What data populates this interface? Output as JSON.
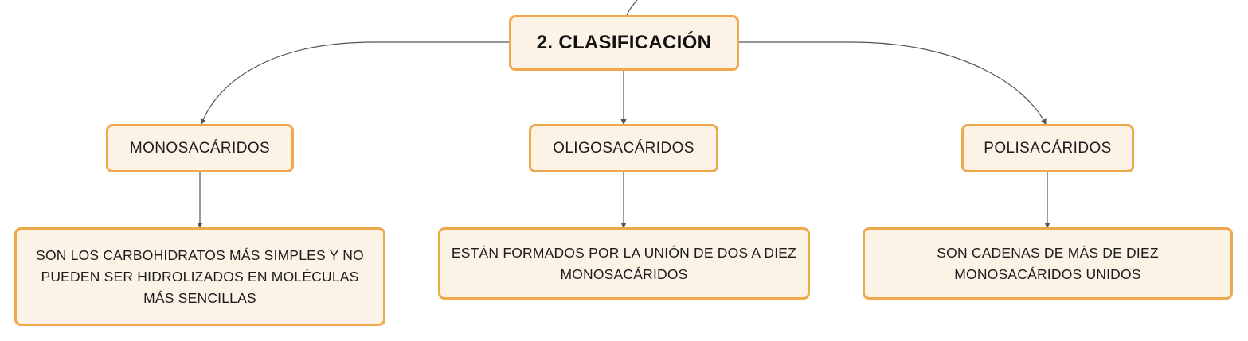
{
  "map": {
    "root": {
      "label": "2. CLASIFICACIÓN"
    },
    "categories": [
      {
        "label": "MONOSACÁRIDOS",
        "description": "SON LOS CARBOHIDRATOS MÁS SIMPLES Y NO PUEDEN SER HIDROLIZADOS EN MOLÉCULAS MÁS SENCILLAS"
      },
      {
        "label": "OLIGOSACÁRIDOS",
        "description": "ESTÁN FORMADOS POR LA UNIÓN DE DOS A DIEZ MONOSACÁRIDOS"
      },
      {
        "label": "POLISACÁRIDOS",
        "description": "SON CADENAS DE MÁS DE DIEZ MONOSACÁRIDOS UNIDOS"
      }
    ]
  },
  "colors": {
    "node_border": "#f0a84c",
    "node_fill": "#fdf2e6",
    "connector": "#555555"
  }
}
